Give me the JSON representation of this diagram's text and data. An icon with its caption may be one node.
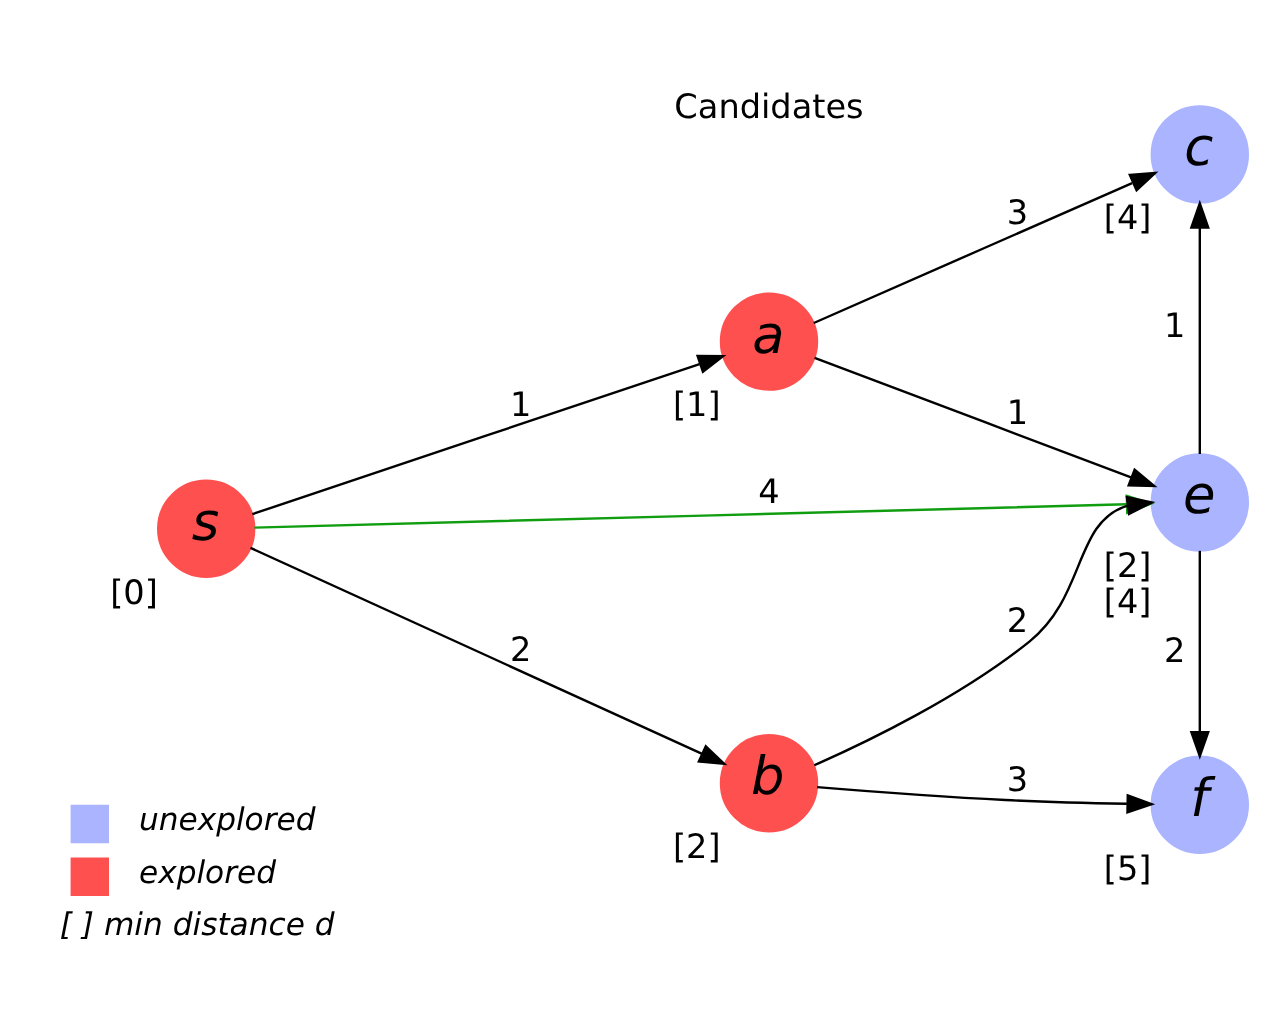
{
  "diagram": {
    "nodes": [
      {
        "text": [
          "s"
        ],
        "beside": [
          "[0]"
        ]
      },
      {
        "text": [
          "a"
        ],
        "beside": [
          "[1]"
        ]
      },
      {
        "text": [
          "b"
        ],
        "beside": [
          "[2]"
        ]
      },
      {
        "text": [
          "c"
        ],
        "beside": [
          "[4]"
        ]
      },
      {
        "text": [
          "e"
        ],
        "beside": [
          "[2]",
          "[4]"
        ]
      },
      {
        "text": [
          "f"
        ],
        "beside": [
          "[5]"
        ]
      }
    ],
    "edges": [
      {
        "from": 0,
        "to": 1,
        "arrow": "to",
        "label": "1"
      },
      {
        "from": 0,
        "to": 4,
        "arrow": "to",
        "label": "4",
        "color": "#109e10"
      },
      {
        "from": 0,
        "to": 2,
        "arrow": "to",
        "label": "2"
      },
      {
        "from": 1,
        "to": 3,
        "arrow": "to",
        "label": "3"
      },
      {
        "from": 1,
        "to": 4,
        "arrow": "to",
        "label": "1"
      },
      {
        "from": 2,
        "to": 4,
        "arrow": "to",
        "label": "2"
      },
      {
        "from": 2,
        "to": 5,
        "arrow": "to",
        "label": "3"
      },
      {
        "from": 4,
        "to": 3,
        "arrow": "to",
        "label": "1"
      },
      {
        "from": 4,
        "to": 5,
        "arrow": "to",
        "label": "2"
      }
    ],
    "labels": [
      "Candidates"
    ],
    "legend": [
      {
        "text": "unexplored",
        "color": "#aab4ff"
      },
      {
        "text": "explored",
        "color": "#ff5050"
      },
      {
        "text": "[ ] min distance d"
      }
    ]
  }
}
